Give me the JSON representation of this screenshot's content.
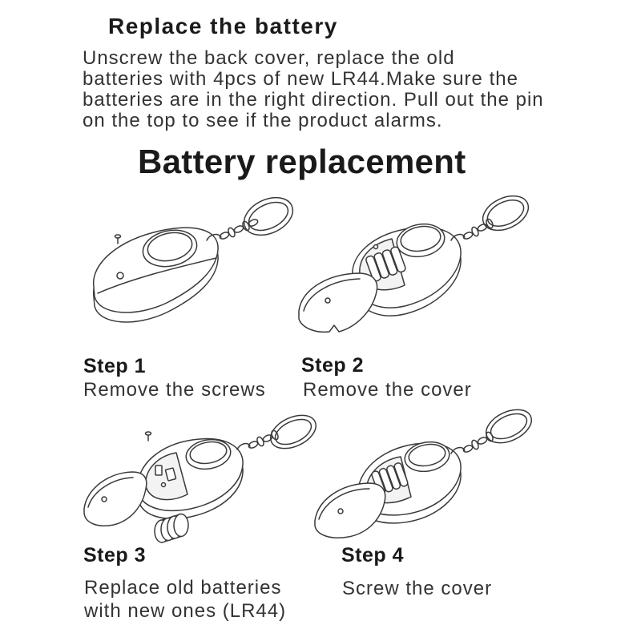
{
  "intro": {
    "heading": "Replace the battery",
    "lines": [
      "Unscrew the back cover, replace the old",
      "batteries with 4pcs of new LR44.Make sure the",
      "batteries are in the right direction. Pull out the pin",
      "on the top to see if the product alarms."
    ]
  },
  "title": "Battery replacement",
  "steps": [
    {
      "label": "Step 1",
      "lines": [
        "Remove the screws"
      ]
    },
    {
      "label": "Step 2",
      "lines": [
        "Remove the cover"
      ]
    },
    {
      "label": "Step 3",
      "lines": [
        "Replace old batteries",
        "with new ones (LR44)"
      ]
    },
    {
      "label": "Step 4",
      "lines": [
        "Screw the cover"
      ]
    }
  ],
  "illustrations": [
    {
      "icon": "alarm-keychain-with-screw-icon"
    },
    {
      "icon": "alarm-keychain-cover-removed-icon"
    },
    {
      "icon": "alarm-keychain-battery-swap-icon"
    },
    {
      "icon": "alarm-keychain-cover-refit-icon"
    }
  ],
  "colors": {
    "background": "#ffffff",
    "heading_text": "#1a1a1a",
    "body_text": "#333333",
    "line_art": "#3a3a3a"
  }
}
